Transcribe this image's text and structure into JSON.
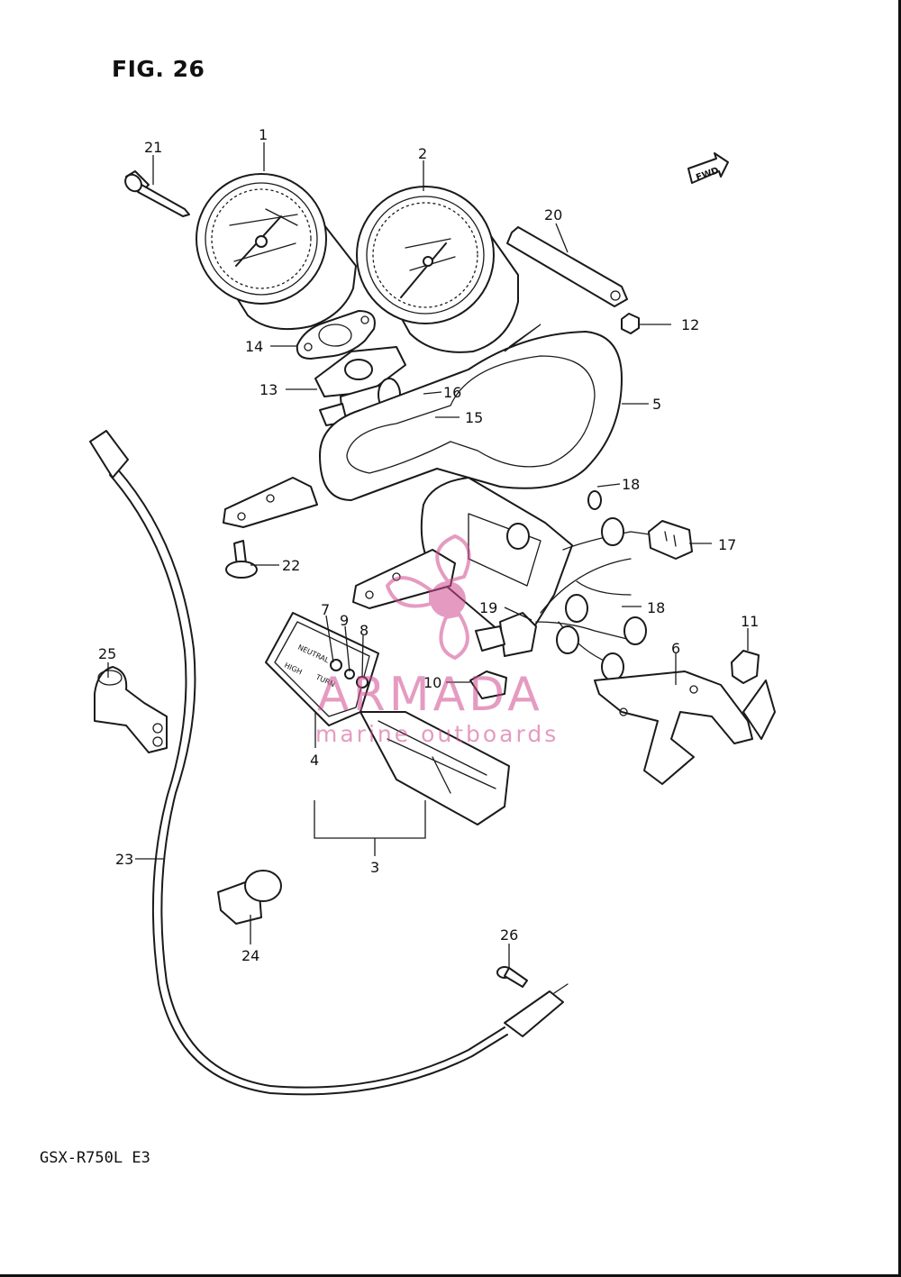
{
  "figure": {
    "title": "FIG. 26",
    "model": "GSX-R750L  E3",
    "fwd_label": "FWD"
  },
  "watermark": {
    "brand": "ARMADA",
    "tagline": "marine outboards",
    "color": "#d14b8f"
  },
  "callouts": [
    "1",
    "2",
    "3",
    "4",
    "5",
    "6",
    "7",
    "8",
    "9",
    "10",
    "11",
    "12",
    "13",
    "14",
    "15",
    "16",
    "17",
    "18",
    "18",
    "19",
    "20",
    "21",
    "22",
    "23",
    "24",
    "25",
    "26"
  ],
  "parts": {
    "p1": "1",
    "p2": "2",
    "p3": "3",
    "p4": "4",
    "p5": "5",
    "p6": "6",
    "p7": "7",
    "p8": "8",
    "p9": "9",
    "p10": "10",
    "p11": "11",
    "p12": "12",
    "p13": "13",
    "p14": "14",
    "p15": "15",
    "p16": "16",
    "p17": "17",
    "p18a": "18",
    "p18b": "18",
    "p19": "19",
    "p20": "20",
    "p21": "21",
    "p22": "22",
    "p23": "23",
    "p24": "24",
    "p25": "25",
    "p26": "26"
  },
  "gauge_labels": {
    "neutral": "NEUTRAL",
    "high_beam": "HIGH",
    "turn": "TURN"
  }
}
